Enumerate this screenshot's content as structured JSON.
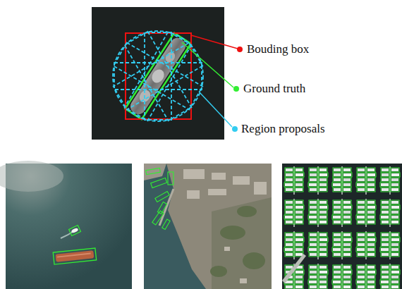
{
  "diagram": {
    "labels": [
      "Bouding box",
      "Ground truth",
      "Region proposals"
    ]
  }
}
